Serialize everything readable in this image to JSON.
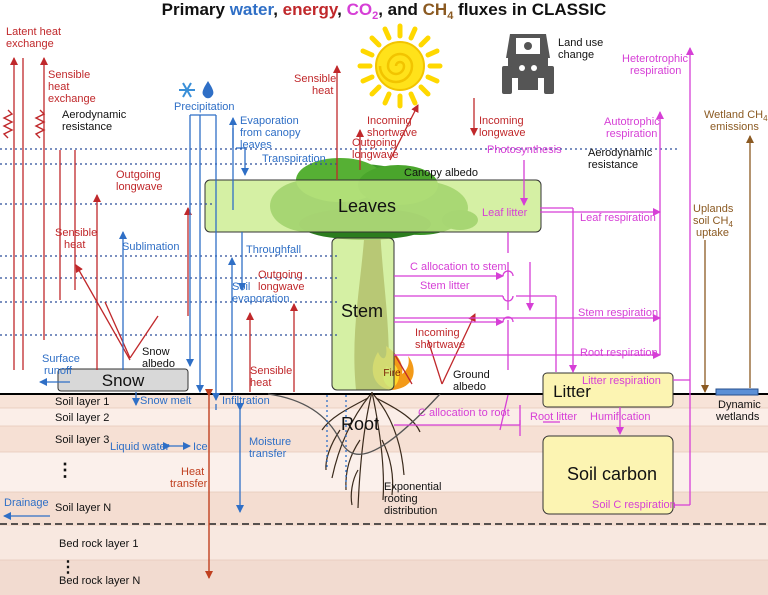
{
  "title": {
    "prefix": "Primary ",
    "water": "water",
    "sep1": ", ",
    "energy": "energy",
    "sep2": ", ",
    "co2": "CO",
    "co2_sub": "2",
    "sep3": ", and ",
    "ch4": "CH",
    "ch4_sub": "4",
    "suffix": " fluxes in CLASSIC"
  },
  "colors": {
    "water": "#2f6fc6",
    "energy": "#c0282b",
    "carbon": "#d63fd6",
    "methane": "#8b5a22",
    "energy_dark": "#c04020"
  },
  "energy_labels": {
    "latent_heat": [
      "Latent heat",
      "exchange"
    ],
    "sensible_heat_exchange": [
      "Sensible",
      "heat",
      "exchange"
    ],
    "sensible_heat_top": [
      "Sensible",
      "heat"
    ],
    "sensible_heat_snow": [
      "Sensible",
      "heat"
    ],
    "sensible_heat_ground": [
      "Sensible",
      "heat"
    ],
    "outgoing_longwave_snow": [
      "Outgoing",
      "longwave"
    ],
    "outgoing_longwave_canopy": [
      "Outgoing",
      "longwave"
    ],
    "outgoing_longwave_ground": [
      "Outgoing",
      "longwave"
    ],
    "incoming_shortwave_top": [
      "Incoming",
      "shortwave"
    ],
    "incoming_longwave": [
      "Incoming",
      "longwave"
    ],
    "incoming_shortwave_ground": [
      "Incoming",
      "shortwave"
    ],
    "heat_transfer": [
      "Heat",
      "transfer"
    ]
  },
  "black_labels": {
    "aerodynamic_left": [
      "Aerodynamic",
      "resistance"
    ],
    "aerodynamic_right": [
      "Aerodynamic",
      "resistance"
    ],
    "land_use": [
      "Land use",
      "change"
    ],
    "canopy_albedo": "Canopy albedo",
    "snow_albedo": [
      "Snow",
      "albedo"
    ],
    "ground_albedo": [
      "Ground",
      "albedo"
    ],
    "dynamic_wetlands": [
      "Dynamic",
      "wetlands"
    ],
    "exponential_rooting": [
      "Exponential",
      "rooting",
      "distribution"
    ]
  },
  "water_labels": {
    "precipitation": "Precipitation",
    "evaporation_canopy": [
      "Evaporation",
      "from canopy",
      "leaves"
    ],
    "transpiration": "Transpiration",
    "sublimation": "Sublimation",
    "throughfall": "Throughfall",
    "soil_evaporation": [
      "Soil",
      "evaporation"
    ],
    "surface_runoff": [
      "Surface",
      "runoff"
    ],
    "snow_melt": "Snow melt",
    "infiltration": "Infiltration",
    "liquid_water": "Liquid water",
    "ice": "Ice",
    "moisture_transfer": [
      "Moisture",
      "transfer"
    ],
    "drainage": "Drainage"
  },
  "carbon_labels": {
    "photosynthesis": "Photosynthesis",
    "heterotrophic": [
      "Heterotrophic",
      "respiration"
    ],
    "autotrophic": [
      "Autotrophic",
      "respiration"
    ],
    "leaf_litter": "Leaf litter",
    "leaf_respiration": "Leaf respiration",
    "c_alloc_stem": "C allocation to stem",
    "stem_litter": "Stem litter",
    "stem_respiration": "Stem respiration",
    "root_respiration": "Root respiration",
    "litter_respiration": "Litter respiration",
    "c_alloc_root": "C allocation to root",
    "root_litter": "Root litter",
    "humification": "Humification",
    "soil_c_respiration": "Soil C respiration"
  },
  "methane_labels": {
    "wetland": [
      "Wetland CH",
      "4",
      "emissions"
    ],
    "uplands": [
      "Uplands",
      "soil CH",
      "4",
      "uptake"
    ]
  },
  "pools": {
    "leaves": "Leaves",
    "stem": "Stem",
    "root": "Root",
    "snow": "Snow",
    "litter": "Litter",
    "soil_carbon": "Soil carbon",
    "fire": "Fire"
  },
  "soil_layers": [
    "Soil layer 1",
    "Soil layer 2",
    "Soil layer 3",
    "⋮",
    "Soil layer N"
  ],
  "bedrock_layers": [
    "Bed rock layer 1",
    "⋮",
    "Bed rock layer N"
  ]
}
